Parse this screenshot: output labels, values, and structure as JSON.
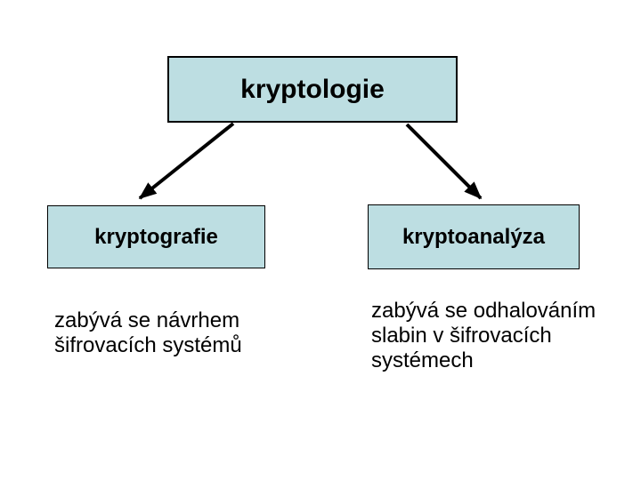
{
  "colors": {
    "background": "#ffffff",
    "box_fill": "#bddee2",
    "box_border": "#000000",
    "text": "#000000",
    "arrow": "#000000"
  },
  "root_node": {
    "label": "kryptologie"
  },
  "nodes": [
    {
      "id": "kryptografie",
      "label": "kryptografie",
      "description_lines": [
        "zabývá se návrhem",
        "šifrovacích systémů"
      ]
    },
    {
      "id": "kryptoanalyza",
      "label": "kryptoanalýza",
      "description_lines": [
        "zabývá se odhalováním",
        "slabin v šifrovacích",
        "systémech"
      ]
    }
  ]
}
